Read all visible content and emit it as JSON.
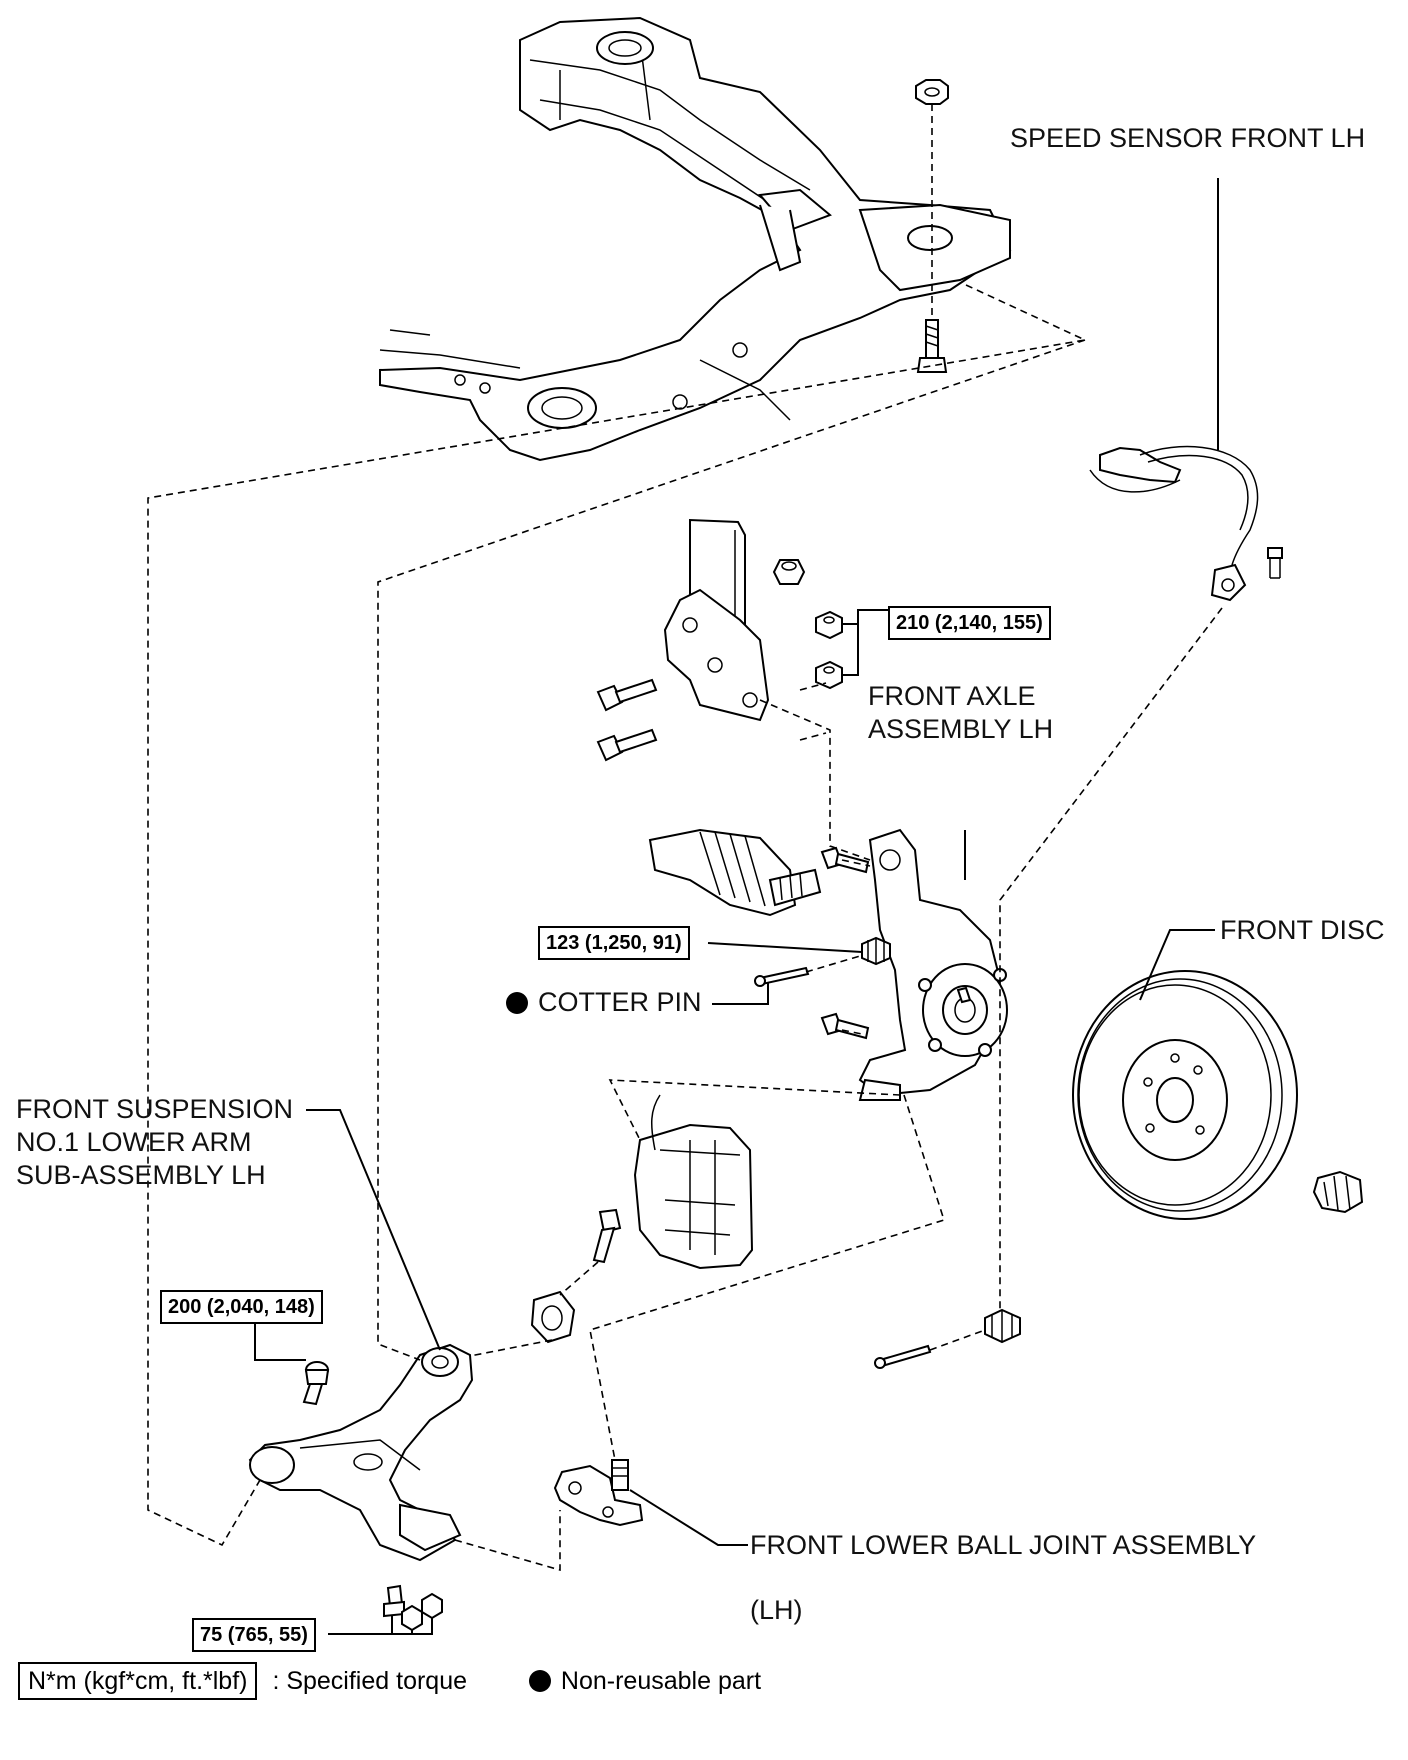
{
  "labels": {
    "speed_sensor": "SPEED SENSOR FRONT LH",
    "front_axle": "FRONT AXLE\nASSEMBLY LH",
    "front_disc": "FRONT DISC",
    "cotter_pin": "COTTER PIN",
    "lower_arm": "FRONT SUSPENSION\nNO.1 LOWER ARM\nSUB-ASSEMBLY LH",
    "ball_joint": "FRONT LOWER BALL JOINT ASSEMBLY",
    "ball_joint_side": "(LH)"
  },
  "torques": {
    "strut_bolts": "210 (2,140, 155)",
    "tie_rod_nut": "123 (1,250, 91)",
    "arm_bolt": "200 (2,040, 148)",
    "ball_joint_bolts": "75 (765, 55)"
  },
  "legend": {
    "torque_unit": "N*m (kgf*cm, ft.*lbf)",
    "torque_desc": ": Specified torque",
    "non_reusable": "Non-reusable part"
  }
}
